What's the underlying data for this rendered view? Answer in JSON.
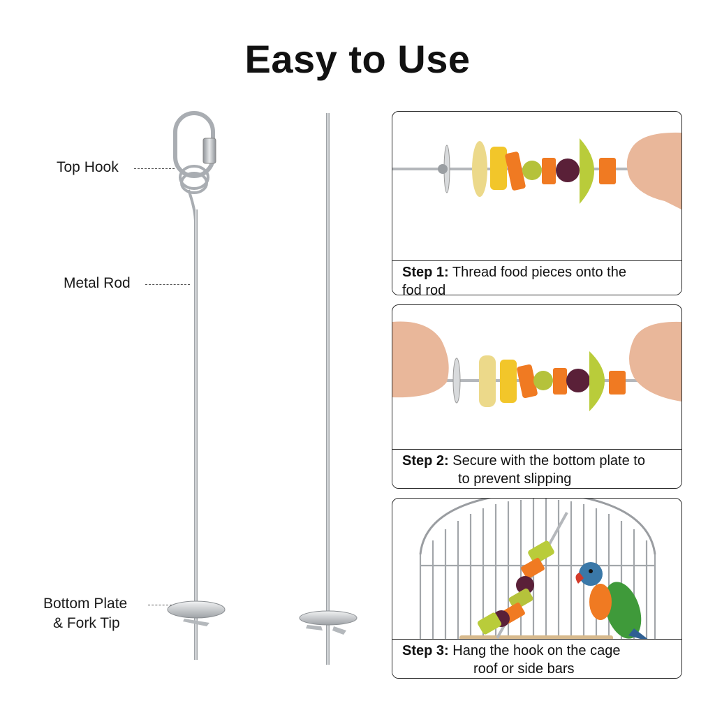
{
  "title": "Easy to Use",
  "labels": {
    "top_hook": "Top Hook",
    "metal_rod": "Metal Rod",
    "bottom_plate_line1": "Bottom Plate",
    "bottom_plate_line2": "& Fork Tip"
  },
  "steps": [
    {
      "label": "Step 1:",
      "text_line1": "Thread food pieces onto the",
      "text_line2": "fod rod"
    },
    {
      "label": "Step 2:",
      "text_line1": "Secure with the bottom plate to",
      "text_line2": "to prevent slipping"
    },
    {
      "label": "Step 3:",
      "text_line1": "Hang the hook on the cage",
      "text_line2": "roof or side bars"
    }
  ],
  "colors": {
    "metal": "#b9bcc0",
    "carrot": "#f07a22",
    "corn": "#f2c62a",
    "apple": "#b9cc3a",
    "grape": "#5a2038",
    "green_grape": "#b5c23b",
    "skin": "#e9b79a",
    "parrot_green": "#3f9a3a"
  }
}
